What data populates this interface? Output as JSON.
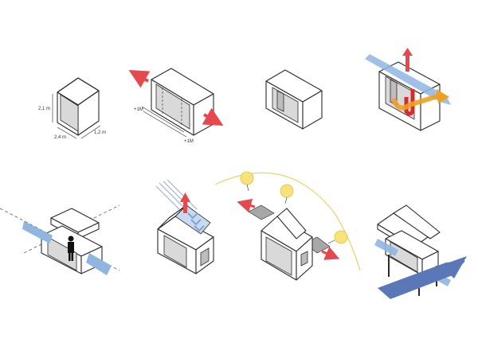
{
  "dimensions": {
    "height": "2,1 m",
    "width": "2,4 m",
    "depth": "1,2 m"
  },
  "extension": {
    "top_label": "+1M",
    "bottom_label": "+1M"
  },
  "colors": {
    "cool_air": "#8fb6e0",
    "heat_up": "#e5484d",
    "warm_flow": "#f0a020",
    "red_flow": "#d62b2b",
    "sun": "#f7e37a",
    "sun_path": "#e6d46a",
    "solar_panel": "#c8daf0",
    "dark_wind": "#5a78b8",
    "person": "#111111"
  },
  "icons": [
    "person-icon",
    "sun-icon",
    "arrow-icon",
    "solar-rays-icon"
  ]
}
